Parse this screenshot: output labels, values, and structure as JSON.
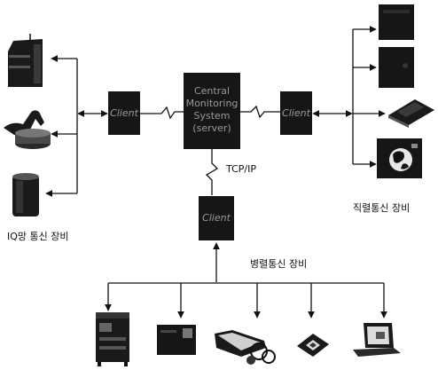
{
  "central": {
    "line1": "Central",
    "line2": "Monitoring",
    "line3": "System",
    "line4": "(server)"
  },
  "client_left": "Client",
  "client_right": "Client",
  "client_bottom": "Client",
  "protocol": "TCP/IP",
  "group_labels": {
    "left": "IQ망 통신 장비",
    "right": "직렬통신 장비",
    "bottom": "병렬통신 장비"
  },
  "devices": {
    "left": [
      "server-rack",
      "robot-arm",
      "cylinder-unit"
    ],
    "right": [
      "panel-unit-1",
      "panel-unit-2",
      "flat-board",
      "globe-monitor"
    ],
    "bottom": [
      "cabinet",
      "control-panel",
      "reader-device",
      "card-module",
      "laptop"
    ]
  }
}
